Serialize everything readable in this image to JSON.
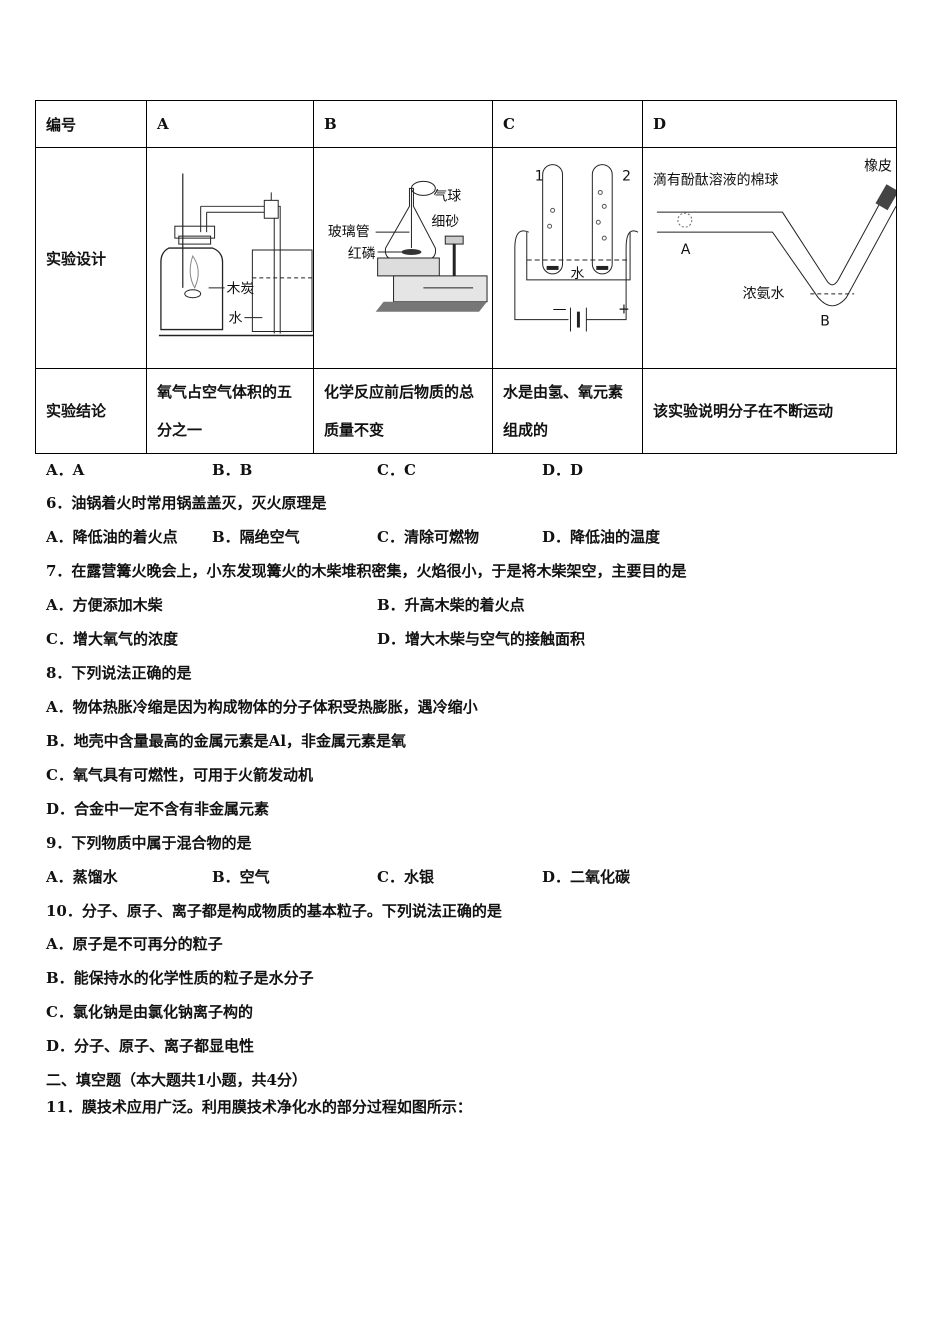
{
  "table": {
    "header": [
      "编号",
      "A",
      "B",
      "C",
      "D"
    ],
    "design_label": "实验设计",
    "conclusion_label": "实验结论",
    "conclusions": {
      "A": "氧气占空气体积的五分之一",
      "B": "化学反应前后物质的总质量不变",
      "C": "水是由氢、氧元素组成的",
      "D": "该实验说明分子在不断运动"
    },
    "figure_labels": {
      "A": {
        "charcoal": "木炭",
        "water": "水"
      },
      "B": {
        "balloon": "气球",
        "glass_tube": "玻璃管",
        "sand": "细砂",
        "red_phosphorus": "红磷"
      },
      "C": {
        "tube1": "1",
        "tube2": "2",
        "water": "水",
        "minus": "—",
        "plus": "+"
      },
      "D": {
        "cotton": "滴有酚酞溶液的棉球",
        "stopper": "橡皮",
        "point_a": "A",
        "ammonia": "浓氨水",
        "point_b": "B"
      }
    }
  },
  "q5_options": [
    "A．A",
    "B．B",
    "C．C",
    "D．D"
  ],
  "q6": {
    "stem": "6．油锅着火时常用锅盖盖灭，灭火原理是",
    "options": [
      "A．降低油的着火点",
      "B．隔绝空气",
      "C．清除可燃物",
      "D．降低油的温度"
    ]
  },
  "q7": {
    "stem": "7．在露营篝火晚会上，小东发现篝火的木柴堆积密集，火焰很小，于是将木柴架空，主要目的是",
    "options": [
      "A．方便添加木柴",
      "B．升高木柴的着火点",
      "C．增大氧气的浓度",
      "D．增大木柴与空气的接触面积"
    ]
  },
  "q8": {
    "stem": "8．下列说法正确的是",
    "options": [
      "A．物体热胀冷缩是因为构成物体的分子体积受热膨胀，遇冷缩小",
      "B．地壳中含量最高的金属元素是Al，非金属元素是氧",
      "C．氧气具有可燃性，可用于火箭发动机",
      "D．合金中一定不含有非金属元素"
    ]
  },
  "q9": {
    "stem": "9．下列物质中属于混合物的是",
    "options": [
      "A．蒸馏水",
      "B．空气",
      "C．水银",
      "D．二氧化碳"
    ]
  },
  "q10": {
    "stem": "10．分子、原子、离子都是构成物质的基本粒子。下列说法正确的是",
    "options": [
      "A．原子是不可再分的粒子",
      "B．能保持水的化学性质的粒子是水分子",
      "C．氯化钠是由氯化钠离子构的",
      "D．分子、原子、离子都显电性"
    ]
  },
  "section2": "二、填空题（本大题共1小题，共4分）",
  "q11": {
    "stem": "11．膜技术应用广泛。利用膜技术净化水的部分过程如图所示："
  }
}
